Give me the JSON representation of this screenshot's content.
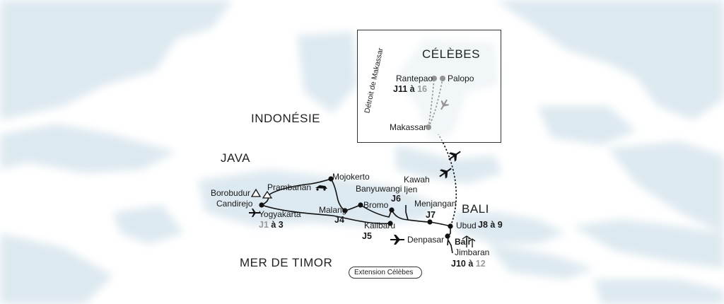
{
  "regions": {
    "indonesia": "INDONÉSIE",
    "java": "JAVA",
    "bali": "BALI",
    "timor_sea": "MER DE TIMOR",
    "celebes": "CÉLÈBES"
  },
  "strait": "Détroit de Makassar",
  "places": {
    "borobudur": "Borobudur",
    "candirejo": "Candirejo",
    "prambanan": "Prambanan",
    "yogyakarta": "Yogyakarta",
    "mojokerto": "Mojokerto",
    "malang": "Malang",
    "bromo": "Bromo",
    "banyuwangi": "Banyuwangi",
    "kawah_ijen": "Kawah\nIjen",
    "kalibaru": "Kalibaru",
    "menjangan": "Menjangan",
    "ubud": "Ubud",
    "denpasar": "Denpasar",
    "bali_town": "Bali",
    "jimbaran": "Jimbaran",
    "rantepao": "Rantepao",
    "palopo": "Palopo",
    "makassar": "Makassar"
  },
  "days": {
    "j1_a": "J1",
    "j1_b": " à 3",
    "j4": "J4",
    "j5": "J5",
    "j6": "J6",
    "j7": "J7",
    "j8": "J8 à 9",
    "j10_a": "J10 à ",
    "j10_b": "12",
    "j11_a": "J11 à ",
    "j11_b": "16"
  },
  "legend": "Extension Célèbes",
  "colors": {
    "sea": "#ffffff",
    "land": "#dde9f0",
    "route": "#111111",
    "grey_day": "#9a9a9a"
  },
  "icons": [
    "airplane-icon",
    "temple-icon",
    "boat-icon",
    "resort-icon"
  ]
}
